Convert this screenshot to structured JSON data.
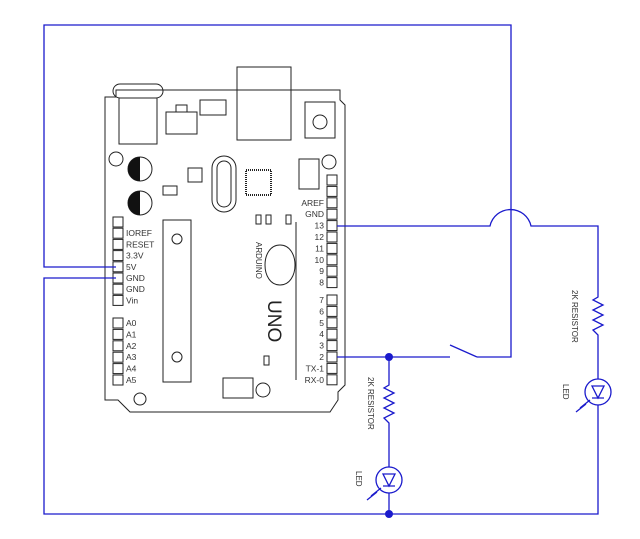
{
  "board": {
    "name": "UNO",
    "brand": "ARDUINO",
    "left_pins": [
      "",
      "IOREF",
      "RESET",
      "3.3V",
      "5V",
      "GND",
      "GND",
      "Vin"
    ],
    "analog_pins": [
      "A0",
      "A1",
      "A2",
      "A3",
      "A4",
      "A5"
    ],
    "right_pins_top": [
      "",
      "",
      "AREF",
      "GND",
      "13",
      "12",
      "11",
      "10",
      "9",
      "8"
    ],
    "right_pins_bottom": [
      "7",
      "6",
      "5",
      "4",
      "3",
      "2",
      "TX-1",
      "RX-0"
    ]
  },
  "components": {
    "resistor1": "2K RESISTOR",
    "led1": "LED",
    "resistor2": "2K RESISTOR",
    "led2": "LED"
  },
  "colors": {
    "wire": "#1a1acc",
    "board": "#222222"
  }
}
